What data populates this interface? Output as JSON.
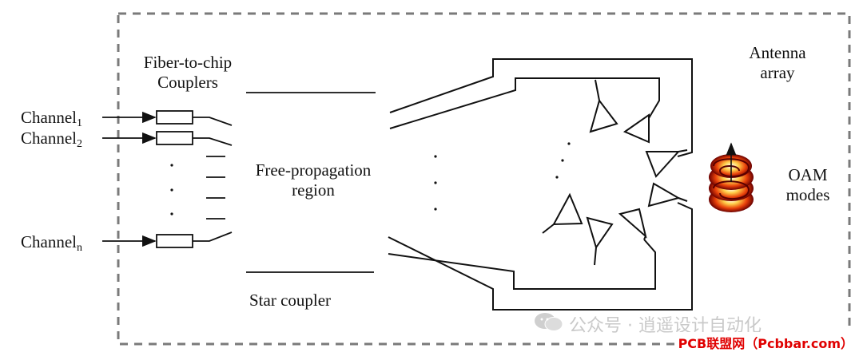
{
  "labels": {
    "couplers_line1": "Fiber-to-chip",
    "couplers_line2": "Couplers",
    "channel_1": "Channel",
    "channel_1_sub": "1",
    "channel_2": "Channel",
    "channel_2_sub": "2",
    "channel_n": "Channel",
    "channel_n_sub": "n",
    "free_prop_line1": "Free-propagation",
    "free_prop_line2": "region",
    "star_coupler": "Star coupler",
    "antenna_line1": "Antenna",
    "antenna_line2": "array",
    "oam_line1": "OAM",
    "oam_line2": "modes"
  },
  "watermark": {
    "text": "公众号 · 逍遥设计自动化",
    "credit": "PCB联盟网（Pcbbar.com）"
  },
  "colors": {
    "line": "#111111",
    "dashed_border": "#7a7a7a",
    "watermark": "#c9c9c9",
    "credit": "#e00000"
  }
}
